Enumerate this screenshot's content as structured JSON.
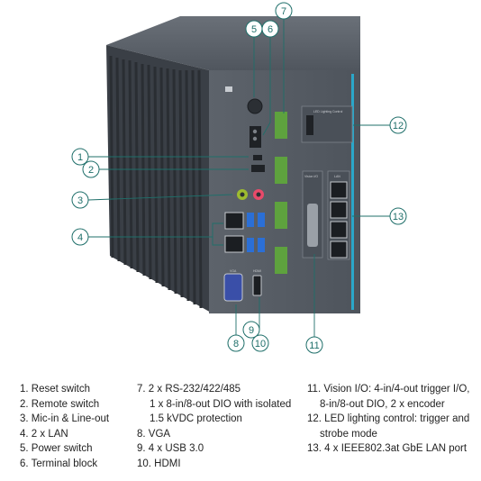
{
  "callouts": [
    "1",
    "2",
    "3",
    "4",
    "5",
    "6",
    "7",
    "8",
    "9",
    "10",
    "11",
    "12",
    "13"
  ],
  "port_labels": {
    "panel_vision": "Vision I/O",
    "panel_lan": "LAN",
    "panel_light": "LED Lighting Control",
    "vga": "VGA",
    "hdmi": "HDMI"
  },
  "legend": {
    "col1": [
      "1. Reset switch",
      "2. Remote switch",
      "3. Mic-in & Line-out",
      "4. 2 x LAN",
      "5. Power switch",
      "6. Terminal block"
    ],
    "col2": {
      "item7_line1": "7. 2 x RS-232/422/485",
      "item7_line2": "1 x 8-in/8-out DIO with isolated",
      "item7_line3": "1.5 kVDC protection",
      "item8": "8. VGA",
      "item9": "9. 4 x USB 3.0",
      "item10": "10. HDMI"
    },
    "col3": {
      "item11_line1": "11. Vision I/O: 4-in/4-out trigger I/O,",
      "item11_line2": "8-in/8-out DIO, 2 x encoder",
      "item12_line1": "12. LED lighting control: trigger and",
      "item12_line2": "strobe mode",
      "item13": "13. 4 x IEEE802.3at GbE LAN port"
    }
  },
  "colors": {
    "callout": "#1f6f6a",
    "chassis_front": "#5b6169",
    "chassis_side": "#3c4148",
    "accent": "#2aa7c9"
  }
}
